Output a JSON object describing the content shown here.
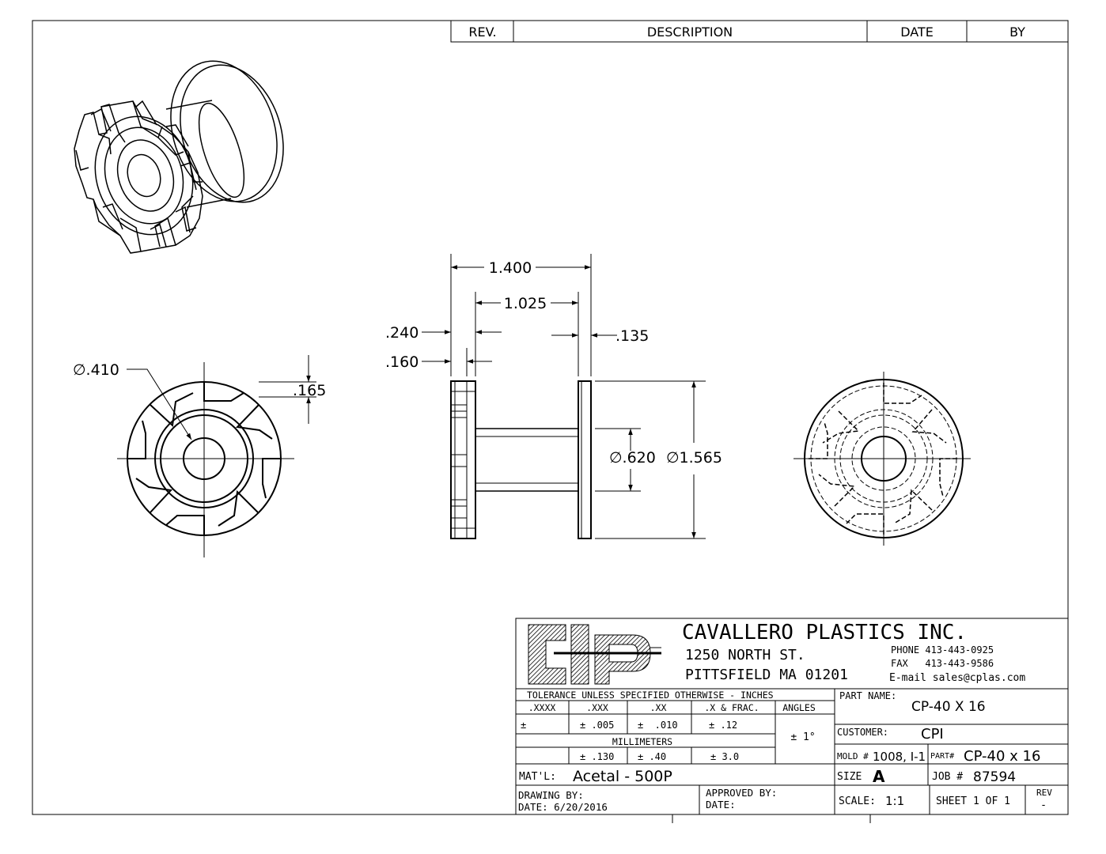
{
  "revision_block": {
    "rev_header": "REV.",
    "description_header": "DESCRIPTION",
    "date_header": "DATE",
    "by_header": "BY"
  },
  "dimensions": {
    "overall_length": "1.400",
    "spool_length": "1.025",
    "left_flange": ".240",
    "left_hub": ".160",
    "right_flange": ".135",
    "bore_dia": "∅.410",
    "slot_depth": ".165",
    "hub_dia": "∅.620",
    "flange_dia": "∅1.565"
  },
  "title_block": {
    "company": "CAVALLERO PLASTICS INC.",
    "address_line1": "1250 NORTH ST.",
    "address_line2": "PITTSFIELD MA 01201",
    "phone": "PHONE 413-443-0925",
    "fax": "FAX   413-443-9586",
    "email": "E-mail sales@cplas.com",
    "tolerance_header": "TOLERANCE UNLESS SPECIFIED OTHERWISE - INCHES",
    "tol_cols": [
      ".XXXX",
      ".XXX",
      ".XX",
      ".X & FRAC.",
      "ANGLES"
    ],
    "tol_inch_values": [
      "±",
      "± .005",
      "±  .010",
      "± .12"
    ],
    "angles_value": "± 1°",
    "millimeters_label": "MILLIMETERS",
    "tol_mm_values": [
      "± .130",
      "± .40",
      "± 3.0"
    ],
    "part_name_label": "PART NAME:",
    "part_name_value": "CP-40 X 16",
    "customer_label": "CUSTOMER:",
    "customer_value": "CPI",
    "mold_label": "MOLD #",
    "mold_value": "1008, I-1",
    "part_no_label": "PART#",
    "part_no_value": "CP-40 x 16",
    "material_label": "MAT'L:",
    "material_value": "Acetal - 500P",
    "size_label": "SIZE",
    "size_value": "A",
    "job_label": "JOB #",
    "job_value": "87594",
    "drawing_by_label": "DRAWING BY:",
    "drawing_date_label": "DATE: 6/20/2016",
    "approved_by_label": "APPROVED BY:",
    "approved_date_label": "DATE:",
    "scale_label": "SCALE:",
    "scale_value": "1:1",
    "sheet_label": "SHEET 1 OF 1",
    "rev_label": "REV",
    "rev_value": "-"
  }
}
